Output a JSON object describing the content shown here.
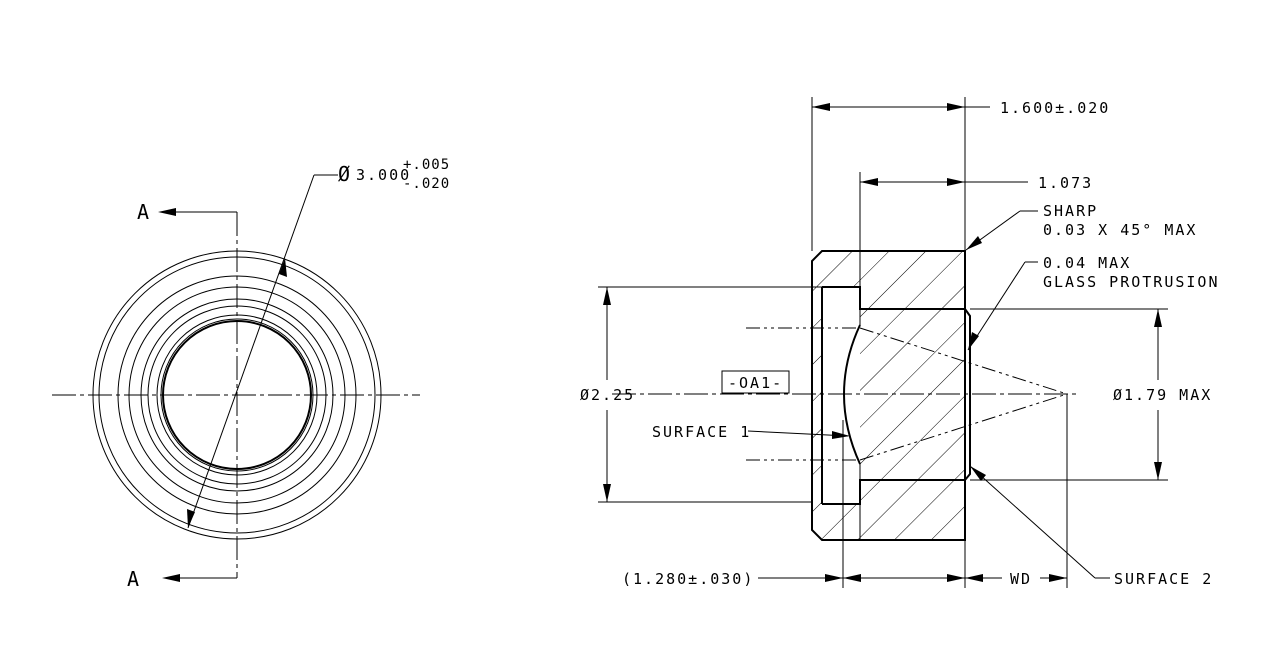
{
  "front_view": {
    "section_label_top": "A",
    "section_label_bottom": "A",
    "diameter_symbol": "Ø",
    "diameter_nominal": "3.000",
    "tol_upper": "+.005",
    "tol_lower": "-.020"
  },
  "section_view": {
    "overall_length": "1.600±.020",
    "step_length": "1.073",
    "chamfer_note_line1": "SHARP",
    "chamfer_note_line2": "0.03 X 45° MAX",
    "glass_note_line1": "0.04 MAX",
    "glass_note_line2": "GLASS PROTRUSION",
    "outer_diameter": "Ø2.25",
    "inner_diameter": "Ø1.79 MAX",
    "datum": "-OA1-",
    "surface1": "SURFACE 1",
    "surface2": "SURFACE 2",
    "ref_length": "(1.280±.030)",
    "working_distance": "WD"
  }
}
